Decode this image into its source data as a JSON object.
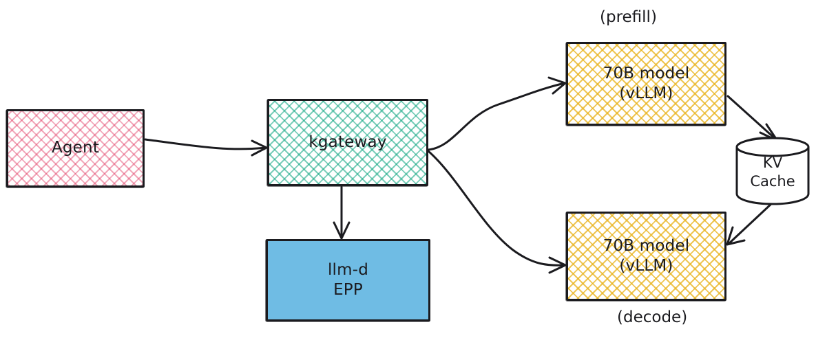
{
  "diagram": {
    "title_text_visible": false,
    "background_color": "#ffffff",
    "stroke_color": "#1b1b1f",
    "nodes": [
      {
        "id": "agent",
        "label_lines": [
          "Agent"
        ],
        "shape": "rectangle",
        "fill_style": "cross-hatch",
        "fill_color": "#e0315c"
      },
      {
        "id": "kgateway",
        "label_lines": [
          "kgateway"
        ],
        "shape": "rectangle",
        "fill_style": "cross-hatch",
        "fill_color": "#0ea581"
      },
      {
        "id": "llmd",
        "label_lines": [
          "llm-d",
          "EPP"
        ],
        "shape": "rectangle",
        "fill_style": "solid",
        "fill_color": "#6fbce4"
      },
      {
        "id": "prefill",
        "label_lines": [
          "70B model",
          "(vLLM)"
        ],
        "shape": "rectangle",
        "fill_style": "cross-hatch",
        "fill_color": "#e8b21a"
      },
      {
        "id": "decode",
        "label_lines": [
          "70B model",
          "(vLLM)"
        ],
        "shape": "rectangle",
        "fill_style": "cross-hatch",
        "fill_color": "#e8b21a"
      },
      {
        "id": "kvcache",
        "label_lines": [
          "KV",
          "Cache"
        ],
        "shape": "cylinder",
        "fill_style": "solid",
        "fill_color": "#ffffff"
      }
    ],
    "captions": [
      {
        "id": "prefill-caption",
        "text": "(prefill)"
      },
      {
        "id": "decode-caption",
        "text": "(decode)"
      }
    ],
    "edges": [
      {
        "id": "agent-to-kgateway",
        "from": "agent",
        "to": "kgateway",
        "style": "curved-arrow"
      },
      {
        "id": "kgateway-to-llmd",
        "from": "kgateway",
        "to": "llmd",
        "style": "straight-arrow"
      },
      {
        "id": "kgateway-to-prefill",
        "from": "kgateway",
        "to": "prefill",
        "style": "curved-arrow"
      },
      {
        "id": "kgateway-to-decode",
        "from": "kgateway",
        "to": "decode",
        "style": "curved-arrow"
      },
      {
        "id": "prefill-to-kvcache",
        "from": "prefill",
        "to": "kvcache",
        "style": "straight-arrow"
      },
      {
        "id": "kvcache-to-decode",
        "from": "kvcache",
        "to": "decode",
        "style": "straight-arrow"
      }
    ]
  }
}
